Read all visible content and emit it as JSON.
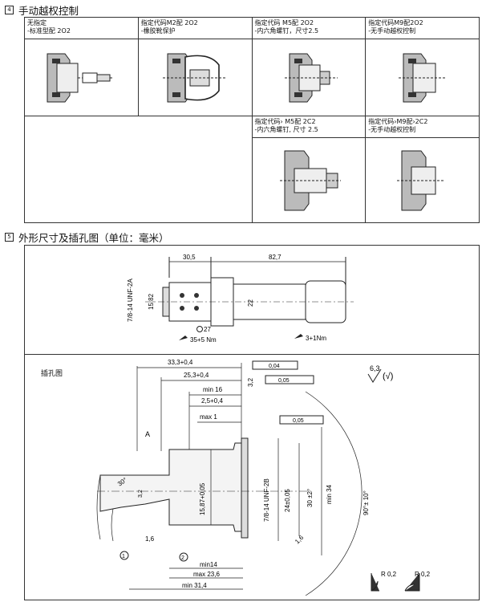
{
  "section4": {
    "number": "4",
    "title": "手动越权控制"
  },
  "section5": {
    "number": "5",
    "title": "外形尺寸及插孔图（单位：毫米）"
  },
  "options": [
    {
      "line1": "无指定",
      "line2": "-标准型配 2O2"
    },
    {
      "line1": "指定代码M2配  2O2",
      "line2": "-橡胶靴保护"
    },
    {
      "line1": "指定代码 M5配 2O2",
      "line2": "-内六角螺钉，尺寸2.5"
    },
    {
      "line1": "指定代码M9配2O2",
      "line2": "-无手动越权控制"
    },
    {
      "line1": "指定代码› M5配 2C2",
      "line2": "-内六角螺钉, 尺寸 2.5"
    },
    {
      "line1": "指定代码›M9配›2C2",
      "line2": "-无手动越权控制"
    }
  ],
  "outline": {
    "dims": [
      "30,5",
      "82,7",
      "7/8-14 UNF-2A",
      "15,82",
      "22",
      "27",
      "35+5 Nm",
      "3+1Nm"
    ]
  },
  "cavity": {
    "title": "插孔图",
    "datum": "A",
    "finish": "6,3",
    "finish_alt": "(√)",
    "dims": [
      "33,3+0,4",
      "25,3+0,4",
      "min 16",
      "2,5+0,4",
      "max 1",
      "3,2",
      "0,04",
      "0,05",
      "0,05",
      "15,87+0,05",
      "7/8-14 UNF-2B",
      "24±0,05",
      "30 ±2°",
      "min 34",
      "90°± 10°",
      "30°",
      "3,2",
      "1,6",
      "1,6",
      "min14",
      "max 23,6",
      "min 31,4",
      "R 0,2",
      "R 0,2"
    ],
    "markers": [
      "1",
      "2"
    ]
  }
}
